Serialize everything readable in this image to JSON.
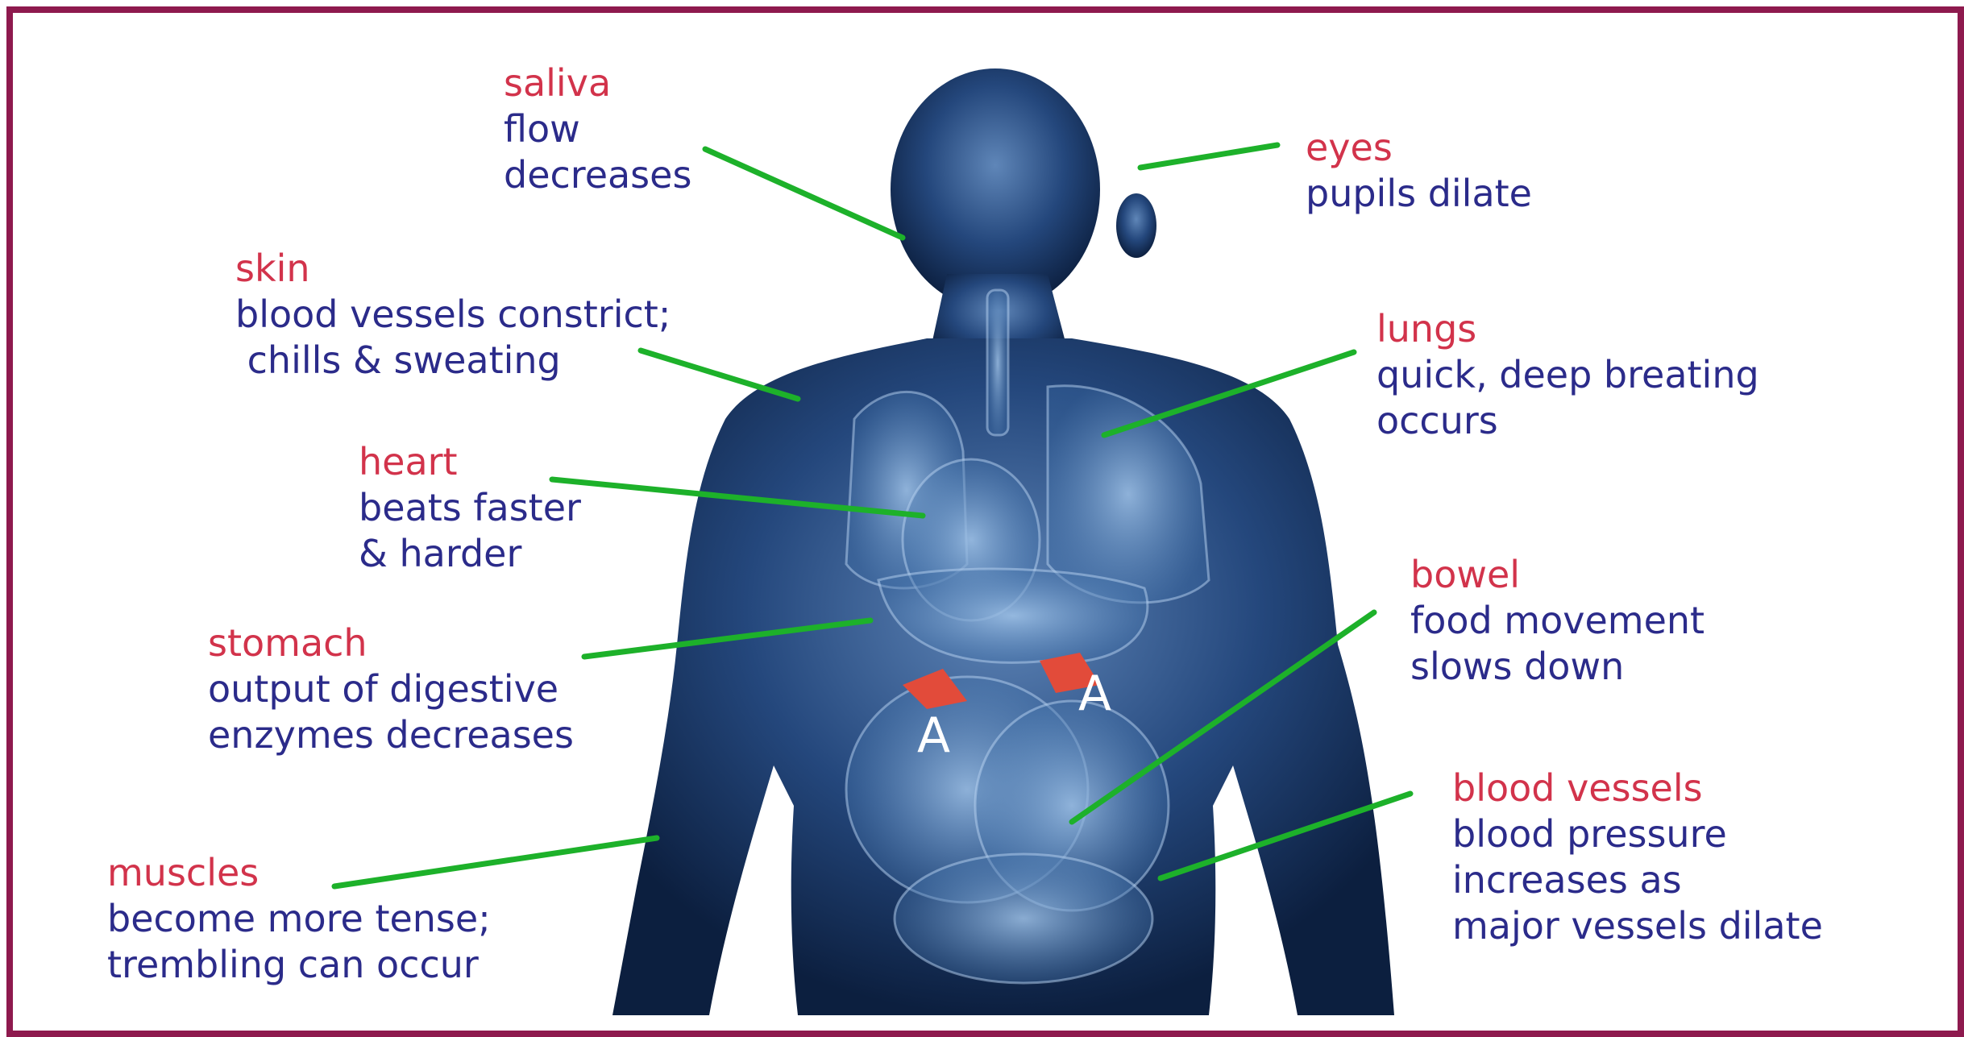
{
  "labels": {
    "saliva": {
      "title": "saliva",
      "lines": [
        "flow",
        "decreases"
      ]
    },
    "eyes": {
      "title": "eyes",
      "lines": [
        "pupils dilate"
      ]
    },
    "skin": {
      "title": "skin",
      "lines": [
        "blood vessels constrict;",
        " chills & sweating"
      ]
    },
    "lungs": {
      "title": "lungs",
      "lines": [
        "quick, deep breating",
        "occurs"
      ]
    },
    "heart": {
      "title": "heart",
      "lines": [
        "beats faster",
        "& harder"
      ]
    },
    "bowel": {
      "title": "bowel",
      "lines": [
        "food movement",
        "slows down"
      ]
    },
    "stomach": {
      "title": "stomach",
      "lines": [
        "output of digestive",
        "enzymes decreases"
      ]
    },
    "blood_vessels": {
      "title": "blood vessels",
      "lines": [
        "blood pressure",
        "increases as",
        "major vessels dilate"
      ]
    },
    "muscles": {
      "title": "muscles",
      "lines": [
        "become more tense;",
        "trembling can occur"
      ]
    }
  },
  "adrenal_markers": [
    "A",
    "A"
  ],
  "colors": {
    "frame": "#8e1a4e",
    "heading": "#d2334b",
    "body_text": "#2b2b8a",
    "leader_line": "#1db12a",
    "figure": "#1c3d6e",
    "adrenal": "#e24b3a"
  }
}
